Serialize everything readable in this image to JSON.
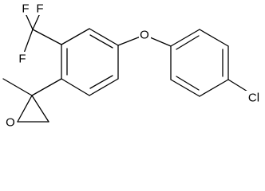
{
  "molecule": {
    "atoms": {
      "f_top_left": "F",
      "f_top_right": "F",
      "f_left": "F",
      "o_ether": "O",
      "cl": "Cl",
      "o_epoxide": "O"
    },
    "colors": {
      "bond": "#000000",
      "label": "#000000",
      "background": "#ffffff"
    }
  }
}
